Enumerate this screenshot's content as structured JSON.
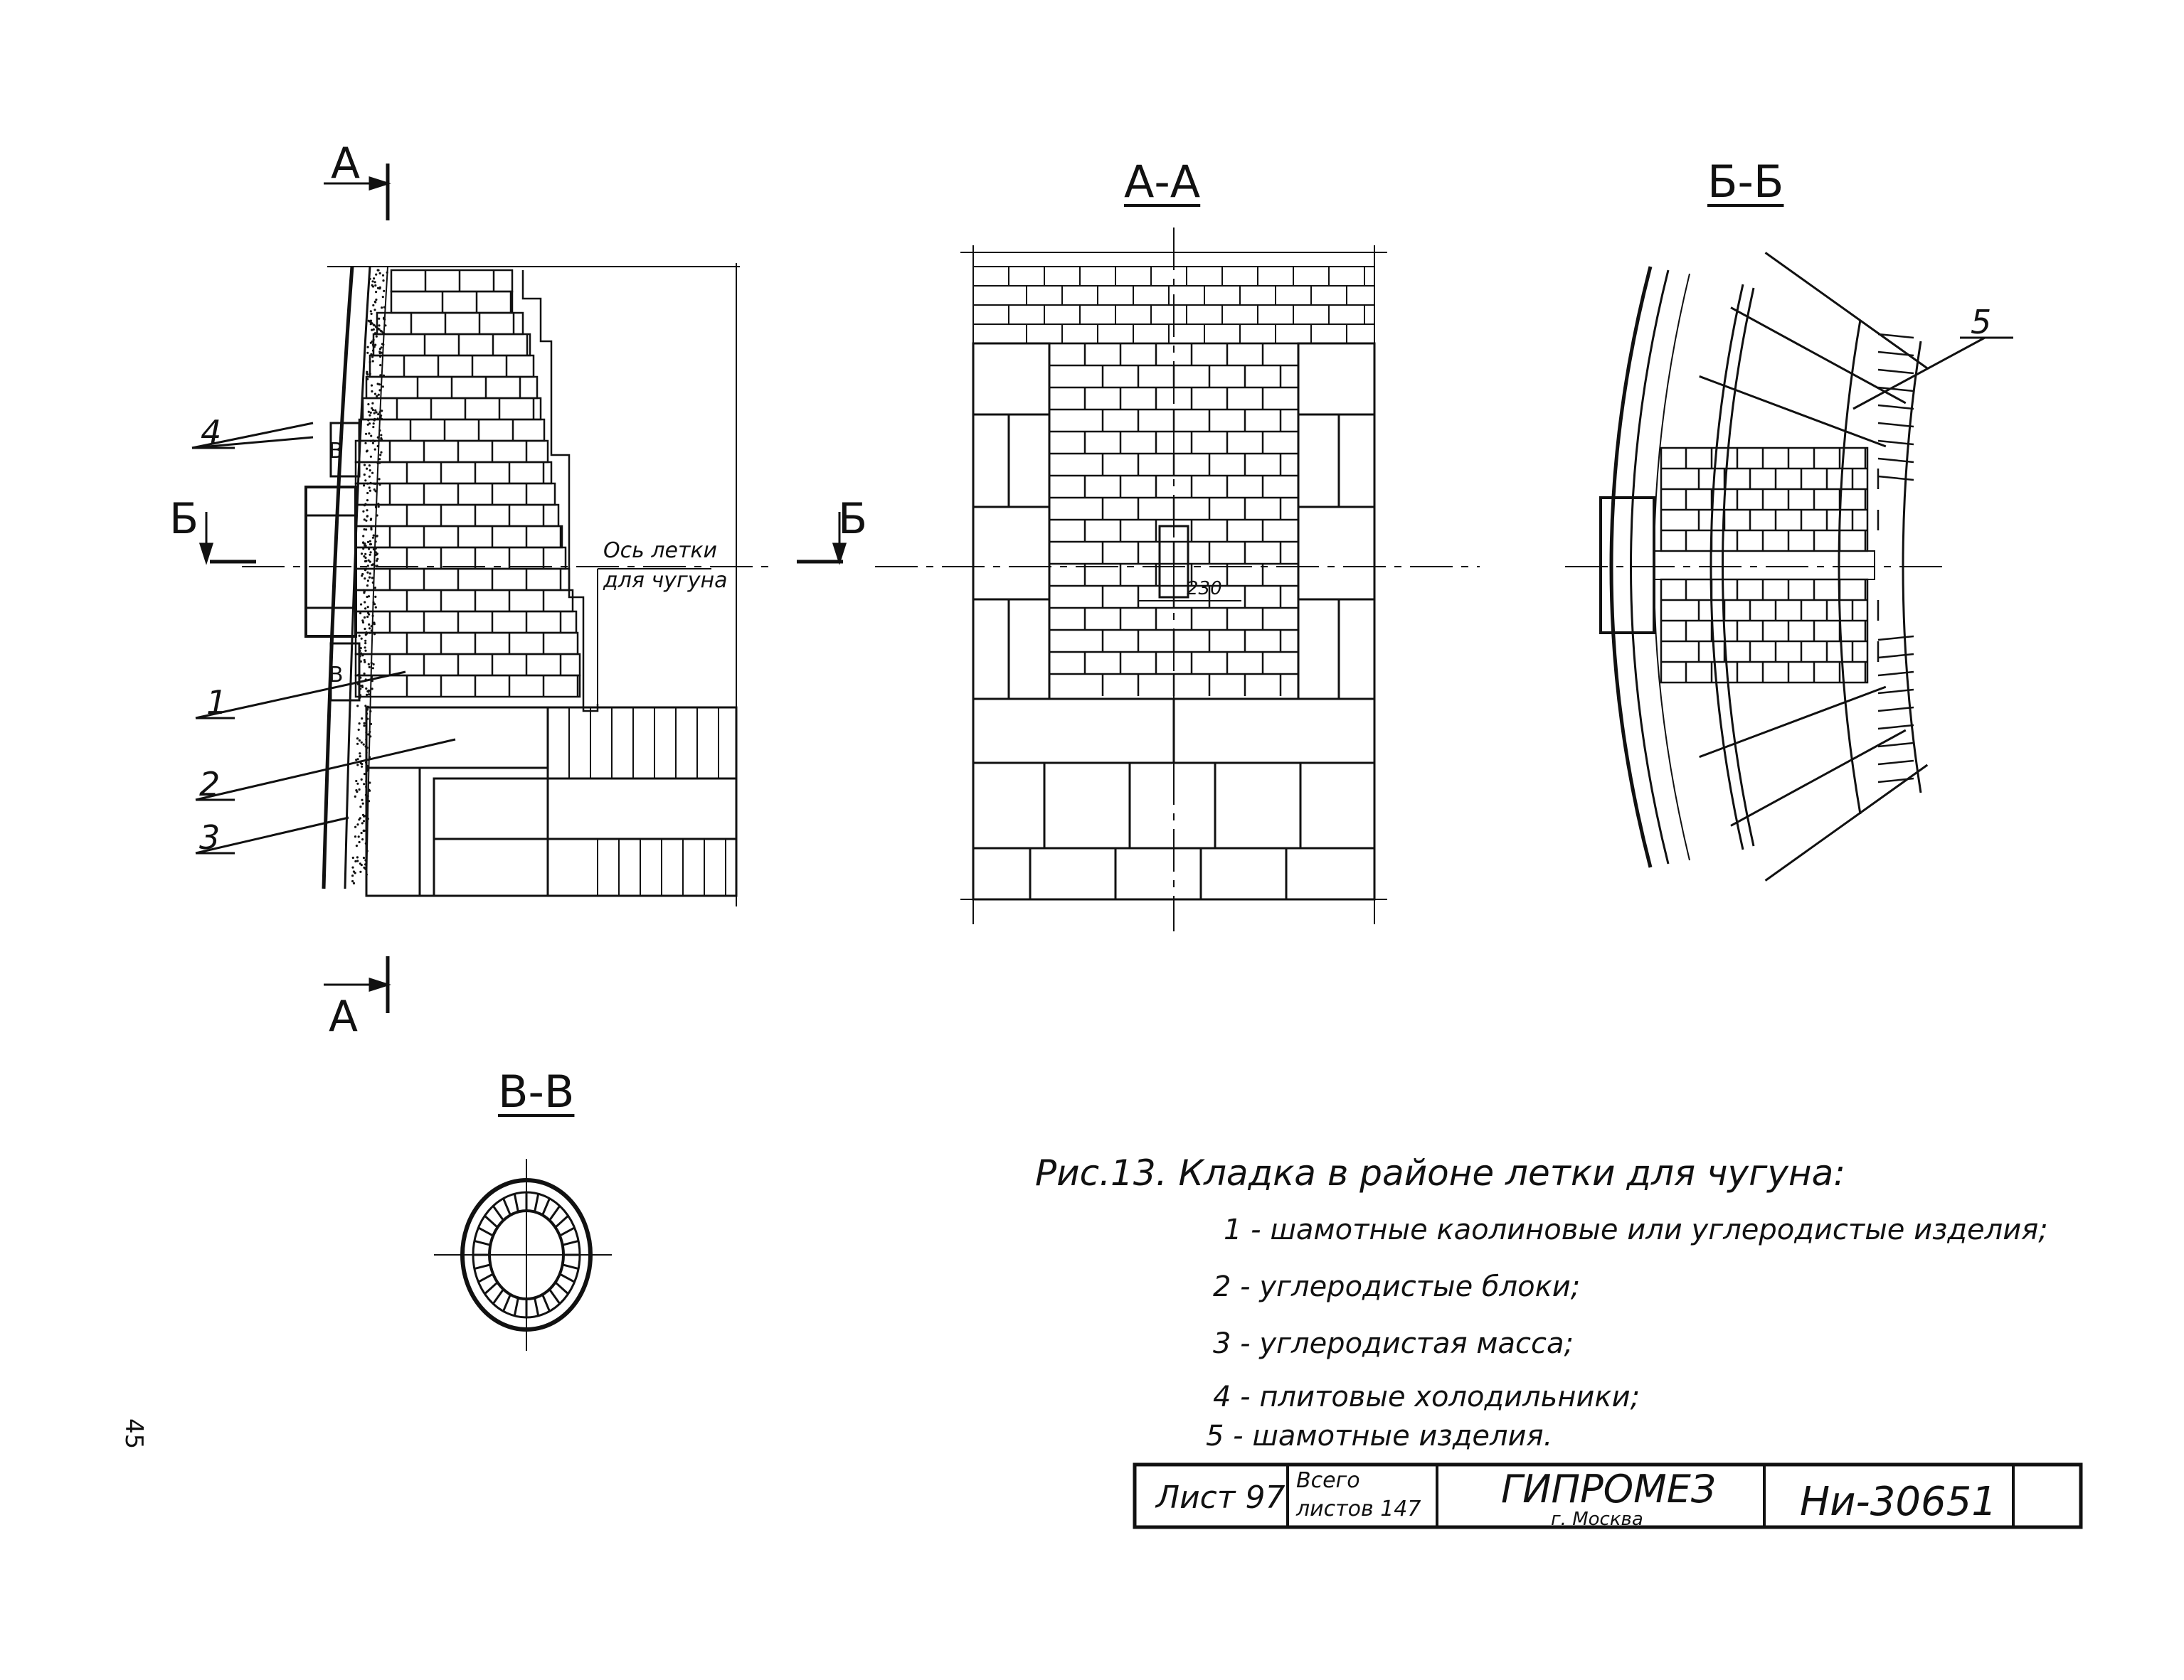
{
  "drawing": {
    "sections": {
      "aa_title": "А-А",
      "bb_title": "Б-Б",
      "vv_title": "В-В",
      "mark_a": "А",
      "mark_b": "Б",
      "mark_v": "В"
    },
    "callouts": {
      "c1": "1",
      "c2": "2",
      "c3": "3",
      "c4": "4",
      "c5": "5"
    },
    "axis_label_line1": "Ось летки",
    "axis_label_line2": "для чугуна",
    "dimension": "230",
    "page_number": "45"
  },
  "caption": {
    "title": "Рис.13. Кладка в районе летки для чугуна:",
    "items": [
      "1 - шамотные каолиновые или углеродистые изделия;",
      "2 - углеродистые блоки;",
      "3 - углеродистая масса;",
      "4 - плитовые холодильники;",
      "5 - шамотные изделия."
    ]
  },
  "title_block": {
    "sheet_label": "Лист 97",
    "total_line1": "Всего",
    "total_line2": "листов 147",
    "org_name": "ГИПРОМЕЗ",
    "org_city": "г. Москва",
    "doc_number": "Ни-30651"
  }
}
